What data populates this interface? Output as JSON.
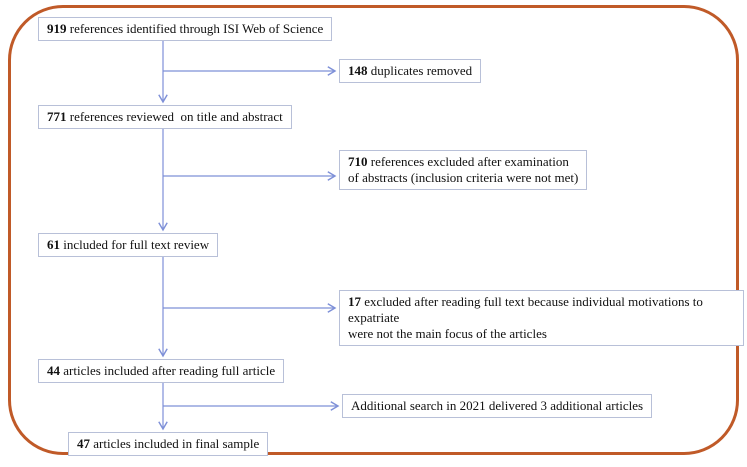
{
  "colors": {
    "outer_border": "#c05a28",
    "box_border": "#b8c0d8",
    "connector": "#7e90d8",
    "text": "#111111",
    "background": "#ffffff"
  },
  "flowchart": {
    "boxes": {
      "identified": {
        "number": "919",
        "text": " references identified through ISI Web of Science"
      },
      "duplicates": {
        "number": "148",
        "text": " duplicates removed"
      },
      "title_abstract": {
        "number": "771",
        "text": " references reviewed  on title and abstract"
      },
      "excluded_abstract": {
        "number": "710",
        "text": " references excluded after examination\nof abstracts (inclusion criteria were not met)"
      },
      "full_text_review": {
        "number": "61",
        "text": " included for full text review"
      },
      "excluded_full_text": {
        "number": "17",
        "text": " excluded after reading full text because individual motivations to expatriate\nwere not the main focus of the articles"
      },
      "after_full_article": {
        "number": "44",
        "text": " articles included after reading full article"
      },
      "additional_search": {
        "number": "",
        "text": "Additional search in 2021 delivered 3 additional articles"
      },
      "final_sample": {
        "number": "47",
        "text": " articles included in final sample"
      }
    }
  }
}
